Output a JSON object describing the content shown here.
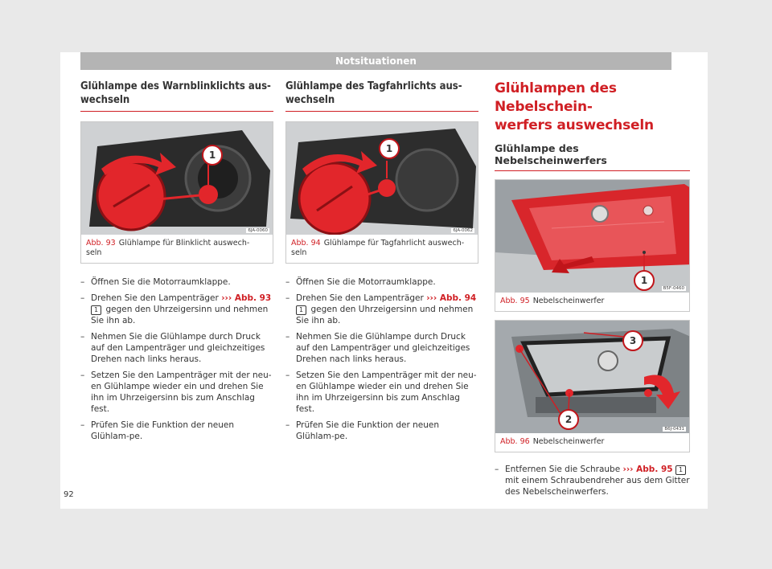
{
  "header": {
    "title": "Notsituationen"
  },
  "col1": {
    "title": "Glühlampe des Warnblinklichts aus-\nwechseln",
    "figure": {
      "number": "Abb. 93",
      "caption": "Glühlampe für Blinklicht auswech-\nseln",
      "code": "6JA-0060",
      "callout": "1"
    },
    "steps": {
      "s1": "Öffnen Sie die Motorraumklappe.",
      "s2a": "Drehen Sie den Lampenträger",
      "s2ref": "››› Abb. 93",
      "s2num": "1",
      "s2b": "gegen den Uhrzeigersinn und nehmen Sie ihn ab.",
      "s3": "Nehmen Sie die Glühlampe durch Druck auf den Lampenträger und gleichzeitiges Drehen nach links heraus.",
      "s4": "Setzen Sie den Lampenträger mit der neu-en Glühlampe wieder ein und drehen Sie ihn im Uhrzeigersinn bis zum Anschlag fest.",
      "s5": "Prüfen Sie die Funktion der neuen Glühlam-pe."
    }
  },
  "col2": {
    "title": "Glühlampe des Tagfahrlichts aus-\nwechseln",
    "figure": {
      "number": "Abb. 94",
      "caption": "Glühlampe für Tagfahrlicht auswech-\nseln",
      "code": "6JA-0062",
      "callout": "1"
    },
    "steps": {
      "s1": "Öffnen Sie die Motorraumklappe.",
      "s2a": "Drehen Sie den Lampenträger",
      "s2ref": "››› Abb. 94",
      "s2num": "1",
      "s2b": "gegen den Uhrzeigersinn und nehmen Sie ihn ab.",
      "s3": "Nehmen Sie die Glühlampe durch Druck auf den Lampenträger und gleichzeitiges Drehen nach links heraus.",
      "s4": "Setzen Sie den Lampenträger mit der neu-en Glühlampe wieder ein und drehen Sie ihn im Uhrzeigersinn bis zum Anschlag fest.",
      "s5": "Prüfen Sie die Funktion der neuen Glühlam-pe."
    }
  },
  "col3": {
    "title": "Glühlampen des Nebelschein-\nwerfers auswechseln",
    "subtitle": "Glühlampe des Nebelscheinwerfers",
    "figure95": {
      "number": "Abb. 95",
      "caption": "Nebelscheinwerfer",
      "code": "B5F-0460",
      "callout": "1"
    },
    "figure96": {
      "number": "Abb. 96",
      "caption": "Nebelscheinwerfer",
      "code": "B6J-0431",
      "callout2": "2",
      "callout3": "3"
    },
    "steps": {
      "s1a": "Entfernen Sie die Schraube",
      "s1ref": "››› Abb. 95",
      "s1num": "1",
      "s1b": "mit einem Schraubendreher aus dem Gitter des Nebelscheinwerfers."
    }
  },
  "footer": {
    "page_number": "92"
  },
  "colors": {
    "accent": "#d01f24",
    "header_bar": "#b4b4b4"
  }
}
